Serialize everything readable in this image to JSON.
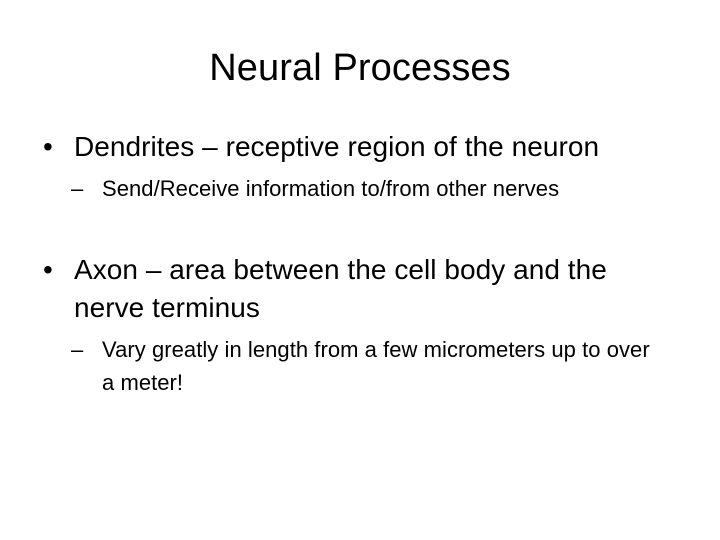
{
  "slide": {
    "title": "Neural Processes",
    "background_color": "#ffffff",
    "text_color": "#000000",
    "bullet_glyph": "•",
    "sub_bullet_glyph": "–",
    "content": [
      {
        "level": 1,
        "marker": "•",
        "text": "Dendrites – receptive region of the neuron"
      },
      {
        "level": 2,
        "marker": "–",
        "text": "Send/Receive information to/from other nerves"
      },
      {
        "level": 1,
        "marker": "•",
        "text": "Axon – area between the cell body and the nerve terminus"
      },
      {
        "level": 2,
        "marker": "–",
        "text": "Vary greatly in length from a few micrometers up to over a meter!"
      }
    ]
  }
}
